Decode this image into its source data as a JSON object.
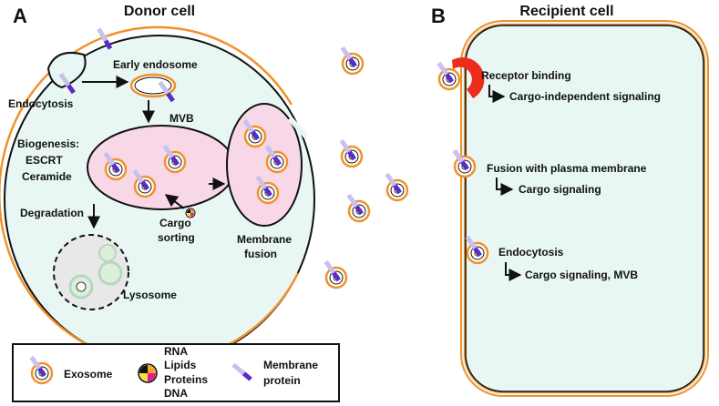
{
  "panel_a": {
    "letter": "A",
    "title": "Donor cell",
    "labels": {
      "early_endosome": "Early endosome",
      "endocytosis": "Endocytosis",
      "mvb": "MVB",
      "biogenesis": "Biogenesis:",
      "escrt": "ESCRT",
      "ceramide": "Ceramide",
      "degradation": "Degradation",
      "cargo": "Cargo",
      "sorting": "sorting",
      "membrane": "Membrane",
      "fusion": "fusion",
      "lysosome": "Lysosome"
    }
  },
  "panel_b": {
    "letter": "B",
    "title": "Recipient cell",
    "labels": {
      "receptor_binding": "Receptor binding",
      "cargo_independent": "Cargo-independent signaling",
      "fusion_pm": "Fusion with plasma membrane",
      "cargo_signaling": "Cargo signaling",
      "endocytosis": "Endocytosis",
      "cargo_signaling_mvb": "Cargo signaling, MVB"
    }
  },
  "legend": {
    "exosome": "Exosome",
    "rna": "RNA",
    "lipids": "Lipids",
    "proteins": "Proteins",
    "dna": "DNA",
    "membrane": "Membrane",
    "protein": "protein"
  },
  "colors": {
    "cell_fill": "#e8f6f4",
    "cell_border": "#f0922a",
    "mvb_fill": "#f8d8e6",
    "receptor": "#ee2c1c",
    "membrane_protein": "#6633cc",
    "cargo": [
      "#111111",
      "#f3a526",
      "#f5e03a",
      "#e2199a"
    ]
  }
}
